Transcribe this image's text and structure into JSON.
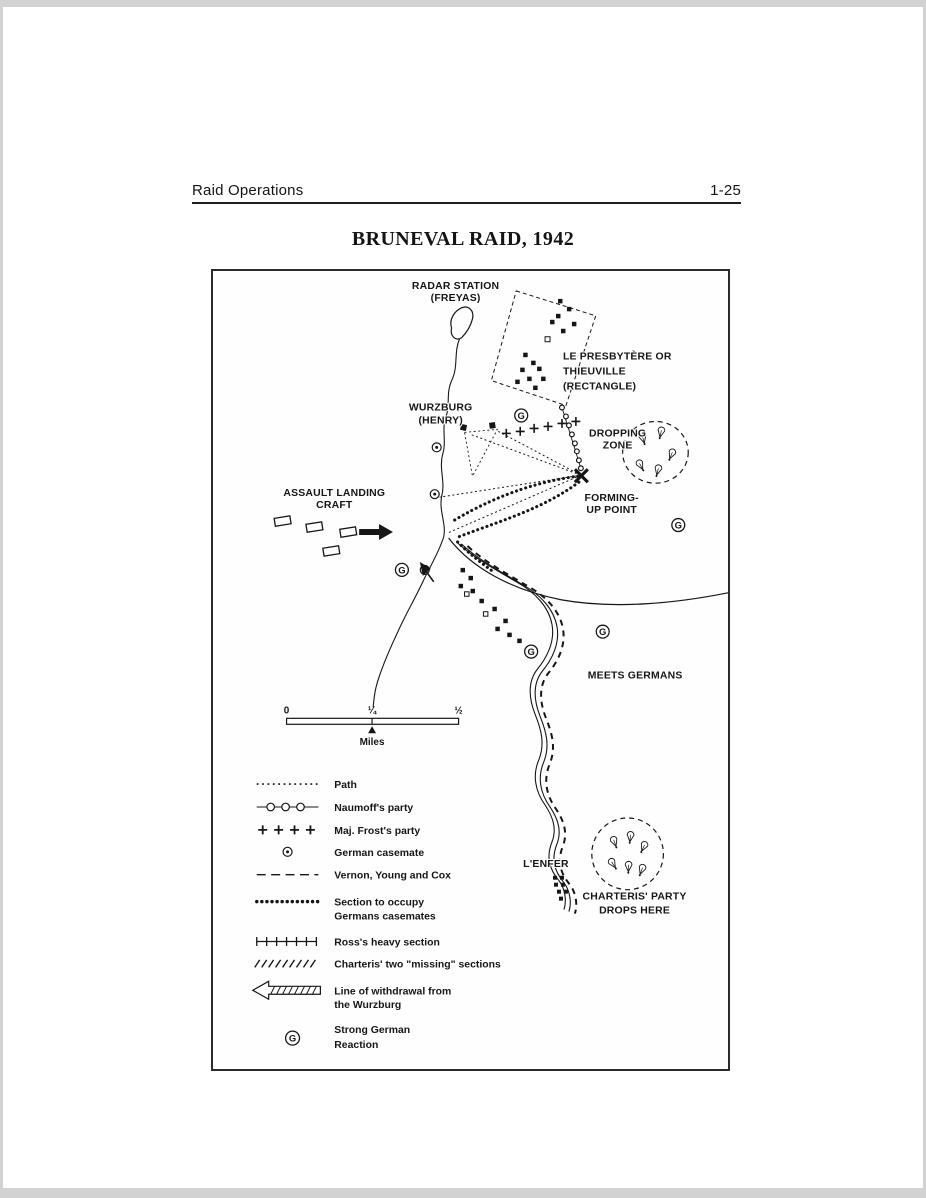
{
  "header": {
    "left": "Raid Operations",
    "page_number": "1-25"
  },
  "title": "BRUNEVAL RAID, 1942",
  "map": {
    "radar_station": {
      "line1": "RADAR STATION",
      "line2": "(FREYAS)"
    },
    "presbytere": {
      "line1": "LE PRESBYTÈRE OR",
      "line2": "THIEUVILLE",
      "line3": "(RECTANGLE)"
    },
    "wurzburg": {
      "line1": "WURZBURG",
      "line2": "(HENRY)"
    },
    "dropping_zone": {
      "line1": "DROPPING",
      "line2": "ZONE"
    },
    "forming_up": {
      "line1": "FORMING-",
      "line2": "UP POINT"
    },
    "assault_craft": {
      "line1": "ASSAULT LANDING",
      "line2": "CRAFT"
    },
    "meets_germans": "MEETS GERMANS",
    "lenfer": "L'ENFER",
    "charteris_drop": {
      "line1": "CHARTERIS' PARTY",
      "line2": "DROPS HERE"
    },
    "g_marker": "G",
    "scale": {
      "tick_0": "0",
      "tick_quarter": "¼",
      "tick_half": "½",
      "unit": "Miles"
    }
  },
  "legend": {
    "items": [
      {
        "label": "Path"
      },
      {
        "label": "Naumoff's party"
      },
      {
        "label": "Maj. Frost's party"
      },
      {
        "label": "German casemate"
      },
      {
        "label": "Vernon, Young and Cox"
      },
      {
        "label": "Section to occupy",
        "label2": "Germans casemates"
      },
      {
        "label": "Ross's heavy section"
      },
      {
        "label": "Charteris' two \"missing\" sections"
      },
      {
        "label": "Line of withdrawal from",
        "label2": "the Wurzburg"
      },
      {
        "label": "Strong German",
        "label2": "Reaction"
      }
    ]
  }
}
